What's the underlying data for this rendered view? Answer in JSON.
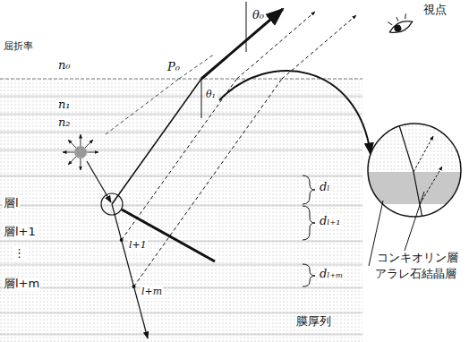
{
  "diagram": {
    "labels": [
      "視点",
      "屈折率",
      "n₀",
      "P₀",
      "θ₀",
      "n₁",
      "n₂",
      "θ₁",
      "層l",
      "層l+1",
      "⋮",
      "層l+m",
      "l+1",
      "l+m",
      "dₗ",
      "dₗ₊₁",
      "dₗ₊ₘ",
      "膜厚列",
      "コンキオリン層",
      "アラレ石結晶層"
    ]
  }
}
